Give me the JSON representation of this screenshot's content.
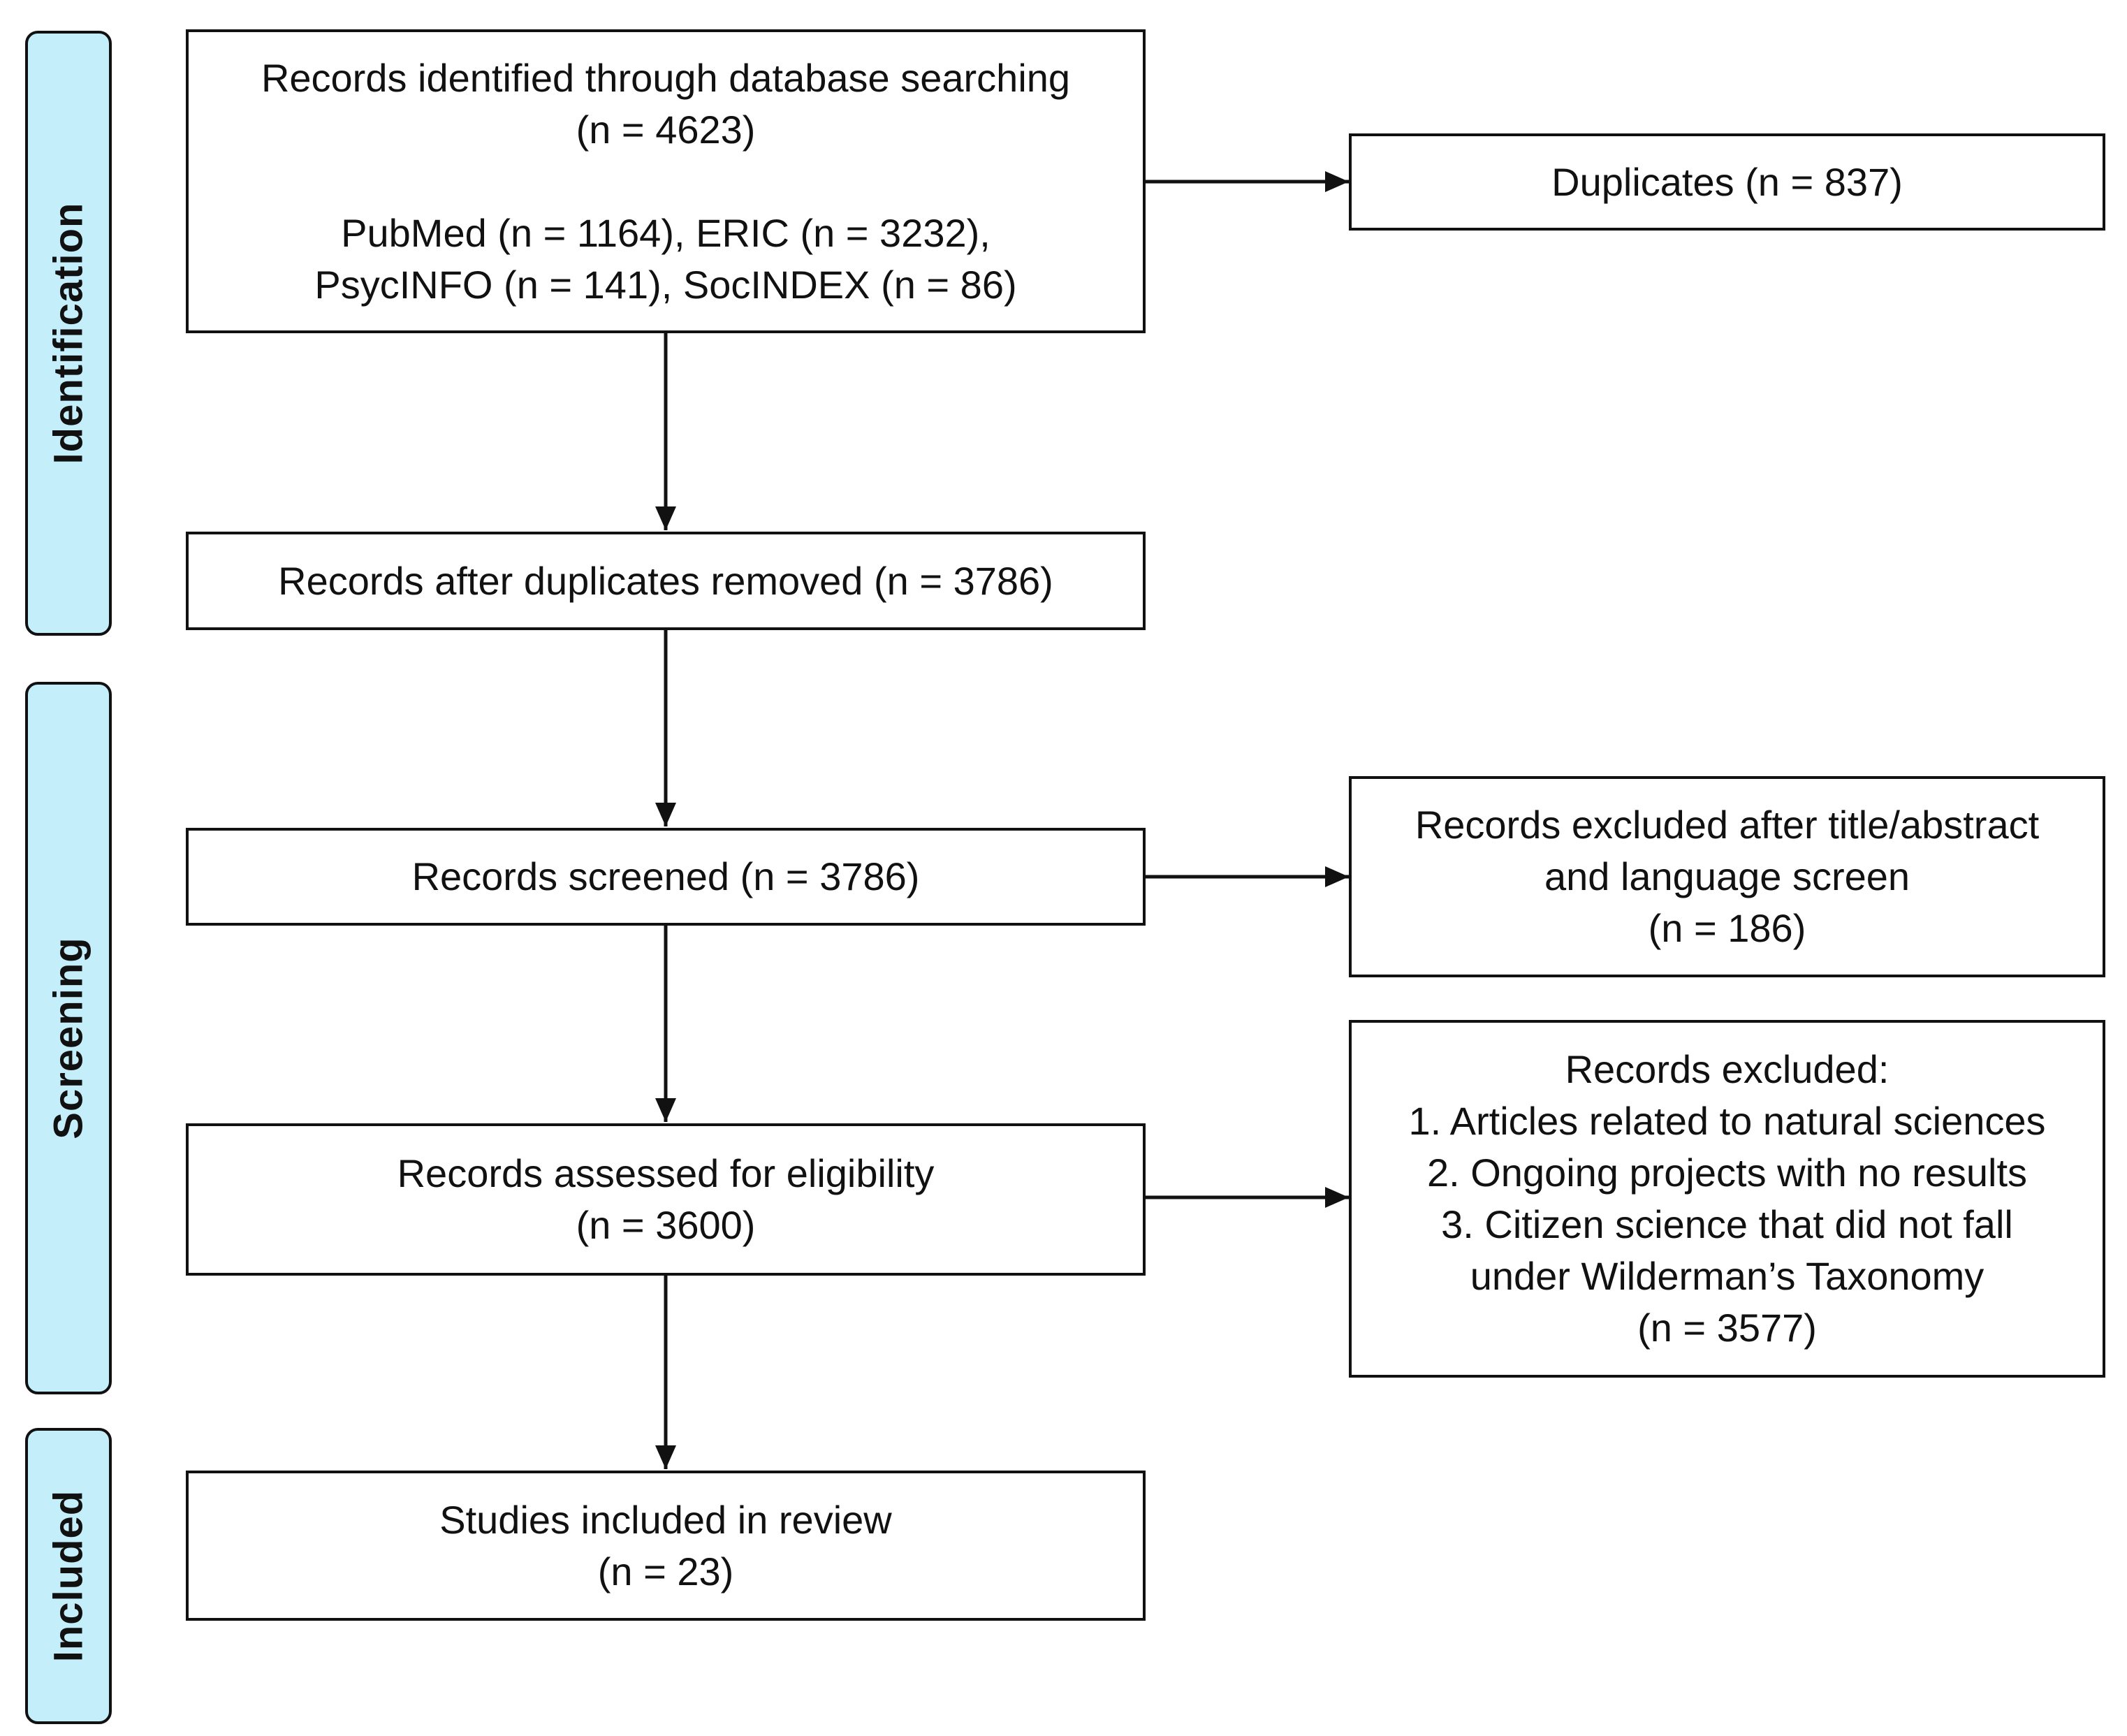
{
  "stages": {
    "identification": "Identification",
    "screening": "Screening",
    "included": "Included"
  },
  "boxes": {
    "identified": {
      "line1": "Records identified through database searching",
      "line2": "(n = 4623)",
      "line3": "PubMed (n = 1164), ERIC (n = 3232),",
      "line4": "PsycINFO (n = 141), SocINDEX (n = 86)"
    },
    "duplicates": {
      "line1": "Duplicates (n = 837)"
    },
    "after_duplicates": {
      "line1": "Records after duplicates removed (n = 3786)"
    },
    "screened": {
      "line1": "Records screened (n = 3786)"
    },
    "excluded_title": {
      "line1": "Records excluded after title/abstract",
      "line2": "and language screen",
      "line3": "(n = 186)"
    },
    "eligibility": {
      "line1": "Records assessed for eligibility",
      "line2": "(n = 3600)"
    },
    "excluded_eligibility": {
      "line1": "Records excluded:",
      "line2": "1. Articles related to natural sciences",
      "line3": "2. Ongoing projects with no results",
      "line4": "3. Citizen science that did not fall",
      "line5": "under Wilderman’s Taxonomy",
      "line6": "(n = 3577)"
    },
    "included": {
      "line1": "Studies included in review",
      "line2": "(n = 23)"
    }
  }
}
